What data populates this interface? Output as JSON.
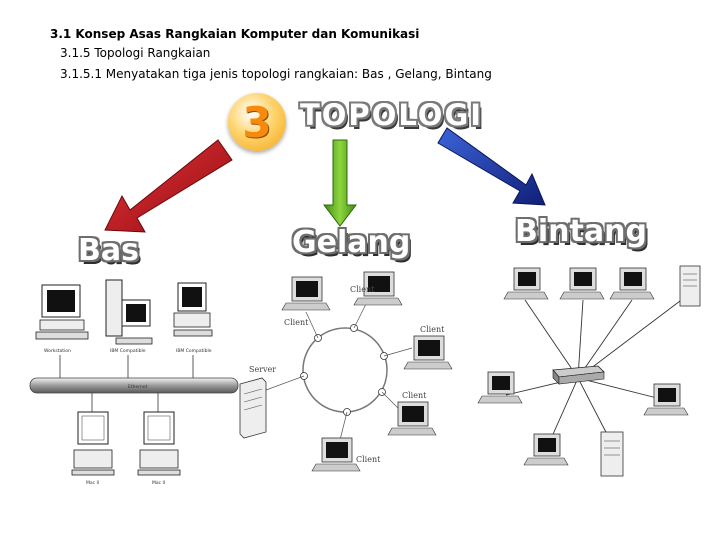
{
  "heading": {
    "section": "3.1 Konsep Asas Rangkaian Komputer dan Komunikasi",
    "subsection": "3.1.5 Topologi Rangkaian",
    "objective": "3.1.5.1 Menyatakan tiga jenis topologi rangkaian: Bas , Gelang, Bintang"
  },
  "banner": {
    "number": "3",
    "title": "TOPOLOGI"
  },
  "topologies": {
    "bas": {
      "label": "Bas",
      "arrow_color": "#c0141b",
      "nodes": [
        "Workstation",
        "IBM Compatible",
        "IBM Compatible",
        "Mac II",
        "Mac II"
      ],
      "backbone": "Ethernet"
    },
    "gelang": {
      "label": "Gelang",
      "arrow_color": "#5cae1e",
      "nodes": [
        "Client",
        "Client",
        "Client",
        "Client",
        "Client"
      ],
      "server": "Server"
    },
    "bintang": {
      "label": "Bintang",
      "arrow_color": "#1c3aa8"
    }
  }
}
